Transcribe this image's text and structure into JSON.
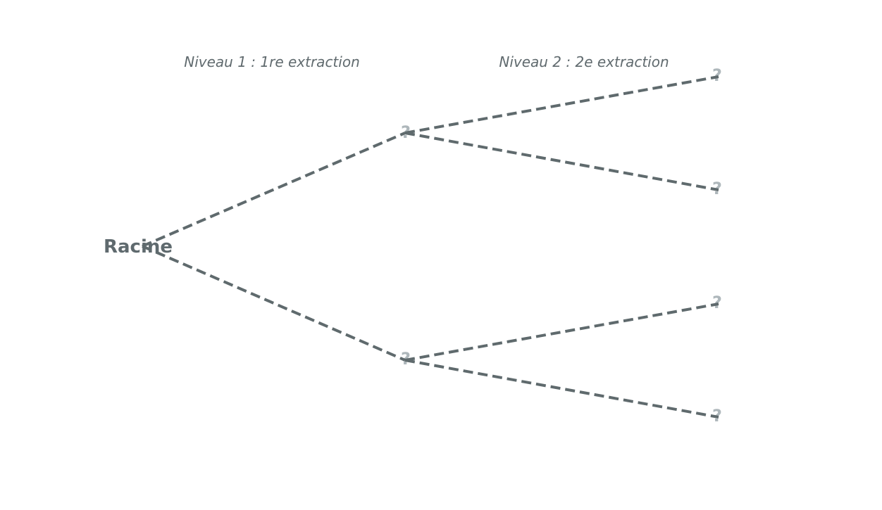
{
  "headers": {
    "level1": "Niveau 1 : 1re extraction",
    "level2": "Niveau 2 : 2e extraction"
  },
  "root": {
    "label": "Racine"
  },
  "level1_nodes": [
    {
      "label": "?"
    },
    {
      "label": "?"
    }
  ],
  "level2_nodes": [
    {
      "label": "?"
    },
    {
      "label": "?"
    },
    {
      "label": "?"
    },
    {
      "label": "?"
    }
  ],
  "colors": {
    "edge": "#5f6a6d",
    "node_unknown": "#aeb7bb",
    "text": "#5f6a6e"
  }
}
